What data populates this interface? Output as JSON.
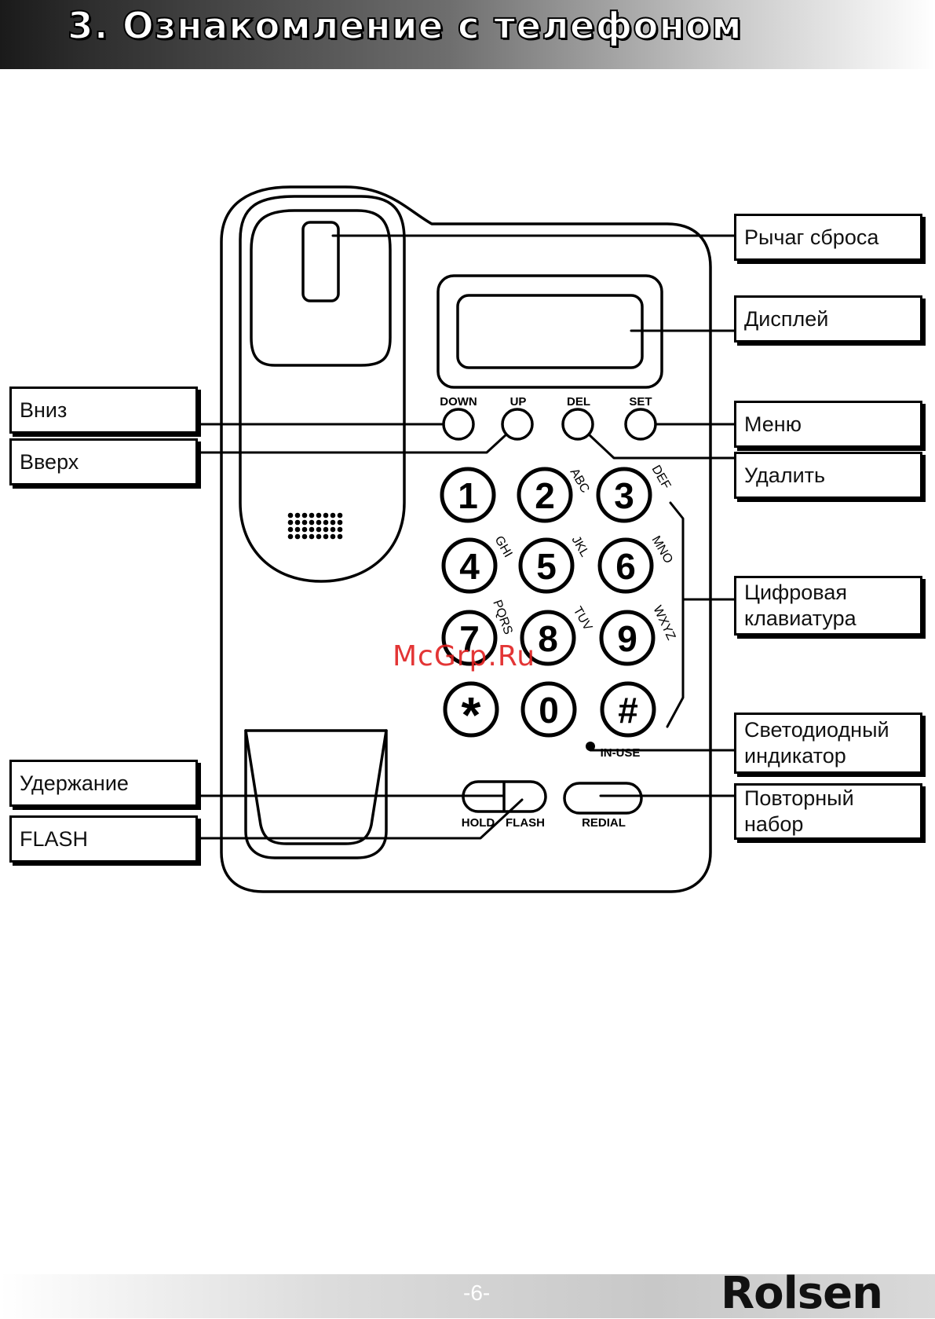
{
  "header": {
    "title": "3. Ознакомление с телефоном"
  },
  "callouts": {
    "hook": "Рычаг сброса",
    "display": "Дисплей",
    "down": "Вниз",
    "up": "Вверх",
    "menu": "Меню",
    "delete": "Удалить",
    "keypad_line1": "Цифровая",
    "keypad_line2": "клавиатура",
    "led_line1": "Светодиодный",
    "led_line2": "индикатор",
    "hold": "Удержание",
    "flash": "FLASH",
    "redial_line1": "Повторный",
    "redial_line2": "набор"
  },
  "phone": {
    "nav_labels": {
      "down": "DOWN",
      "up": "UP",
      "del": "DEL",
      "set": "SET"
    },
    "keys": [
      {
        "digit": "1",
        "letters": ""
      },
      {
        "digit": "2",
        "letters": "ABC"
      },
      {
        "digit": "3",
        "letters": "DEF"
      },
      {
        "digit": "4",
        "letters": "GHI"
      },
      {
        "digit": "5",
        "letters": "JKL"
      },
      {
        "digit": "6",
        "letters": "MNO"
      },
      {
        "digit": "7",
        "letters": "PQRS"
      },
      {
        "digit": "8",
        "letters": "TUV"
      },
      {
        "digit": "9",
        "letters": "WXYZ"
      },
      {
        "digit": "*",
        "letters": ""
      },
      {
        "digit": "0",
        "letters": ""
      },
      {
        "digit": "#",
        "letters": ""
      }
    ],
    "in_use_label": "IN-USE",
    "hold_label": "HOLD",
    "flash_label": "FLASH",
    "redial_label": "REDIAL"
  },
  "watermark": "McGrp.Ru",
  "footer": {
    "page_number": "-6-",
    "brand": "Rolsen"
  }
}
